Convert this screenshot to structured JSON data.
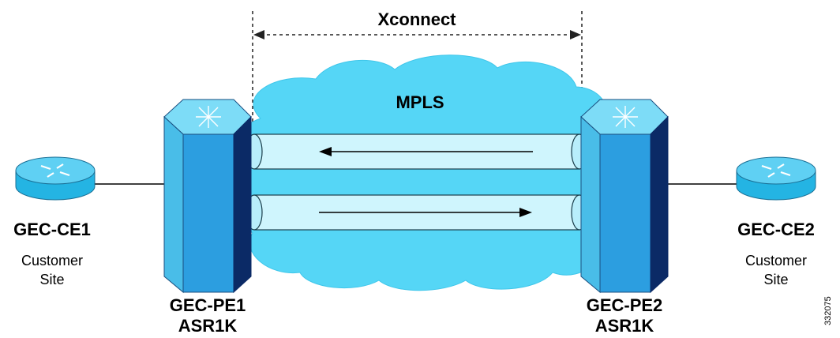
{
  "diagram": {
    "xconnect_label": "Xconnect",
    "cloud_label": "MPLS",
    "left_ce": {
      "name": "GEC-CE1",
      "desc_line1": "Customer",
      "desc_line2": "Site"
    },
    "right_ce": {
      "name": "GEC-CE2",
      "desc_line1": "Customer",
      "desc_line2": "Site"
    },
    "left_pe": {
      "name": "GEC-PE1",
      "model": "ASR1K"
    },
    "right_pe": {
      "name": "GEC-PE2",
      "model": "ASR1K"
    },
    "figure_id": "332075"
  },
  "colors": {
    "cloud": "#55d6f6",
    "tunnel": "#cff5fd",
    "router_top": "#5fd0f3",
    "router_side": "#24b4e3",
    "switch_front": "#2c9ee0",
    "switch_side": "#0b2a66",
    "switch_top": "#7ddcf7"
  }
}
